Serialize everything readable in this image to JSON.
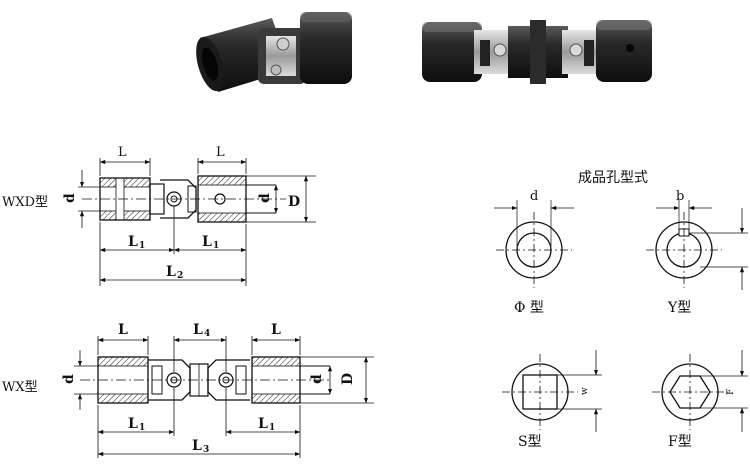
{
  "photos": [
    {
      "name": "photo-single-joint"
    },
    {
      "name": "photo-double-joint"
    }
  ],
  "wxd": {
    "model_label": "WXD型",
    "L_left": "L",
    "L_right": "L",
    "L1_left": "L",
    "L1_left_sub": "1",
    "L1_right": "L",
    "L1_right_sub": "1",
    "L2": "L",
    "L2_sub": "2",
    "d_left": "d",
    "d_right": "d",
    "D": "D"
  },
  "wx": {
    "model_label": "WX型",
    "L_left": "L",
    "L_right": "L",
    "L4": "L",
    "L4_sub": "4",
    "L1_left": "L",
    "L1_left_sub": "1",
    "L1_right": "L",
    "L1_right_sub": "1",
    "L3": "L",
    "L3_sub": "3",
    "d_left": "d",
    "d_right": "d",
    "D": "D"
  },
  "bores": {
    "title": "成品孔型式",
    "round": {
      "label": "Φ 型",
      "dim": "d"
    },
    "keyway": {
      "label": "Y型",
      "dim": "b"
    },
    "square": {
      "label": "S型",
      "dim": "w"
    },
    "hex": {
      "label": "F型",
      "dim": "F"
    }
  }
}
